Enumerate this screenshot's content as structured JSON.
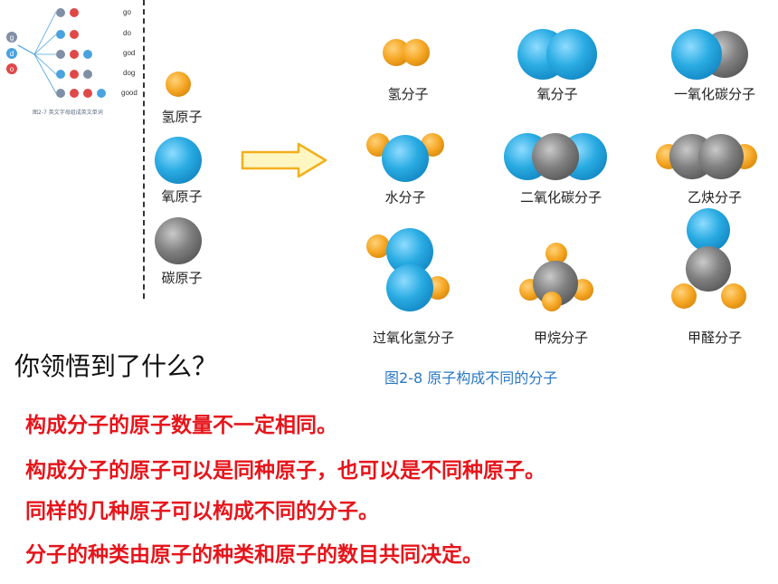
{
  "word_panel": {
    "letters": {
      "g": "g",
      "o": "o",
      "d": "d"
    },
    "words": [
      "go",
      "do",
      "god",
      "dog",
      "good"
    ],
    "caption": "图2-7 英文字母组成英文单词"
  },
  "atoms": [
    {
      "label": "氢原子"
    },
    {
      "label": "氧原子"
    },
    {
      "label": "碳原子"
    }
  ],
  "molecules": [
    {
      "label": "氢分子"
    },
    {
      "label": "氧分子"
    },
    {
      "label": "一氧化碳分子"
    },
    {
      "label": "水分子"
    },
    {
      "label": "二氧化碳分子"
    },
    {
      "label": "乙炔分子"
    },
    {
      "label": "过氧化氢分子"
    },
    {
      "label": "甲烷分子"
    },
    {
      "label": "甲醛分子"
    }
  ],
  "figure_caption": "图2-8 原子构成不同的分子",
  "question": "你领悟到了什么？",
  "conclusions": [
    "构成分子的原子数量不一定相同。",
    "构成分子的原子可以是同种原子，也可以是不同种原子。",
    "同样的几种原子可以构成不同的分子。",
    "分子的种类由原子的种类和原子的数目共同决定。"
  ],
  "colors": {
    "hydrogen": "#f5a623",
    "oxygen": "#29abe2",
    "carbon": "#808080",
    "arrow_fill": "#fff6c2",
    "arrow_stroke": "#f2b01e",
    "caption_blue": "#2a78c4",
    "conclusion_red": "#e6151b",
    "letter_g": "#7f8fa6",
    "letter_o": "#e04848",
    "letter_d": "#4aa3df"
  }
}
